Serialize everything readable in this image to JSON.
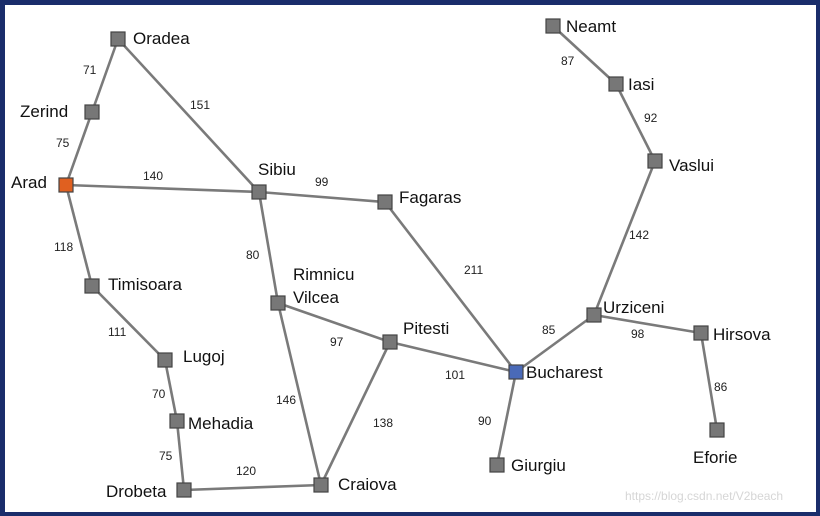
{
  "colors": {
    "default_node": "#777777",
    "start_node": "#e06020",
    "goal_node": "#4a6ab8",
    "edge": "#7a7a7a"
  },
  "nodes": [
    {
      "id": "oradea",
      "label": "Oradea"
    },
    {
      "id": "zerind",
      "label": "Zerind"
    },
    {
      "id": "arad",
      "label": "Arad",
      "role": "start"
    },
    {
      "id": "sibiu",
      "label": "Sibiu"
    },
    {
      "id": "fagaras",
      "label": "Fagaras"
    },
    {
      "id": "timisoara",
      "label": "Timisoara"
    },
    {
      "id": "rimnicu_vilcea",
      "label": "Rimnicu Vilcea",
      "label_lines": [
        "Rimnicu",
        "Vilcea"
      ]
    },
    {
      "id": "lugoj",
      "label": "Lugoj"
    },
    {
      "id": "pitesti",
      "label": "Pitesti"
    },
    {
      "id": "mehadia",
      "label": "Mehadia"
    },
    {
      "id": "drobeta",
      "label": "Drobeta"
    },
    {
      "id": "craiova",
      "label": "Craiova"
    },
    {
      "id": "bucharest",
      "label": "Bucharest",
      "role": "goal"
    },
    {
      "id": "giurgiu",
      "label": "Giurgiu"
    },
    {
      "id": "urziceni",
      "label": "Urziceni"
    },
    {
      "id": "hirsova",
      "label": "Hirsova"
    },
    {
      "id": "eforie",
      "label": "Eforie"
    },
    {
      "id": "vaslui",
      "label": "Vaslui"
    },
    {
      "id": "iasi",
      "label": "Iasi"
    },
    {
      "id": "neamt",
      "label": "Neamt"
    }
  ],
  "edges": [
    {
      "from": "oradea",
      "to": "zerind",
      "distance": "71"
    },
    {
      "from": "zerind",
      "to": "arad",
      "distance": "75"
    },
    {
      "from": "oradea",
      "to": "sibiu",
      "distance": "151"
    },
    {
      "from": "arad",
      "to": "sibiu",
      "distance": "140"
    },
    {
      "from": "arad",
      "to": "timisoara",
      "distance": "118"
    },
    {
      "from": "sibiu",
      "to": "fagaras",
      "distance": "99"
    },
    {
      "from": "sibiu",
      "to": "rimnicu_vilcea",
      "distance": "80"
    },
    {
      "from": "timisoara",
      "to": "lugoj",
      "distance": "111"
    },
    {
      "from": "lugoj",
      "to": "mehadia",
      "distance": "70"
    },
    {
      "from": "mehadia",
      "to": "drobeta",
      "distance": "75"
    },
    {
      "from": "drobeta",
      "to": "craiova",
      "distance": "120"
    },
    {
      "from": "rimnicu_vilcea",
      "to": "craiova",
      "distance": "146"
    },
    {
      "from": "rimnicu_vilcea",
      "to": "pitesti",
      "distance": "97"
    },
    {
      "from": "craiova",
      "to": "pitesti",
      "distance": "138"
    },
    {
      "from": "fagaras",
      "to": "bucharest",
      "distance": "211"
    },
    {
      "from": "pitesti",
      "to": "bucharest",
      "distance": "101"
    },
    {
      "from": "bucharest",
      "to": "giurgiu",
      "distance": "90"
    },
    {
      "from": "bucharest",
      "to": "urziceni",
      "distance": "85"
    },
    {
      "from": "urziceni",
      "to": "hirsova",
      "distance": "98"
    },
    {
      "from": "hirsova",
      "to": "eforie",
      "distance": "86"
    },
    {
      "from": "urziceni",
      "to": "vaslui",
      "distance": "142"
    },
    {
      "from": "vaslui",
      "to": "iasi",
      "distance": "92"
    },
    {
      "from": "iasi",
      "to": "neamt",
      "distance": "87"
    }
  ],
  "watermark": "https://blog.csdn.net/V2beach"
}
